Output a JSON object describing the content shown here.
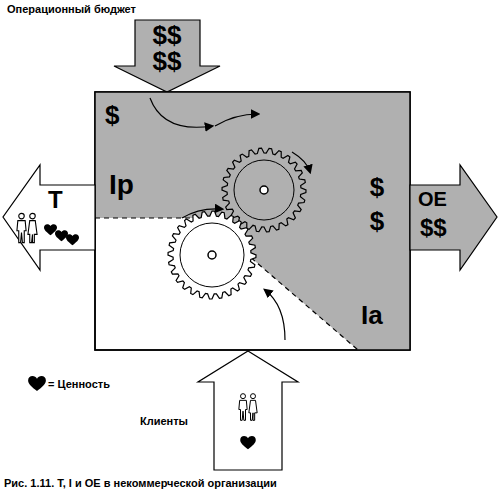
{
  "diagram": {
    "caption": "Рис. 1.11. T, I и OE в некоммерческой организации",
    "nodes": [
      {
        "text": [
          "Операционный бюджет",
          "$$ $$"
        ]
      },
      {
        "text": [
          "$",
          "Ip",
          "$ $",
          "Ia"
        ]
      },
      {
        "text": [
          "T"
        ]
      },
      {
        "text": [
          "OE",
          "$$"
        ]
      },
      {
        "text": [
          "Клиенты"
        ]
      }
    ],
    "legend": [
      {
        "text": "= Ценность"
      }
    ]
  }
}
